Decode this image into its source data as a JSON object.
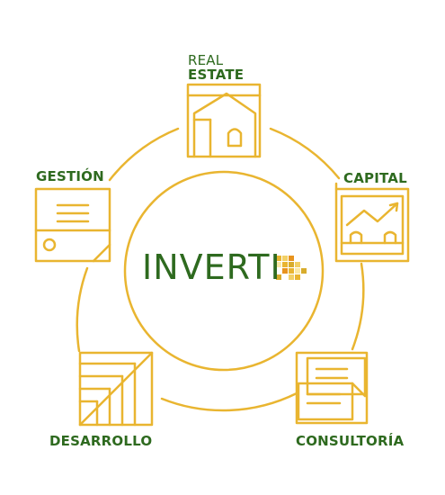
{
  "brand": {
    "text": "INVERTI",
    "green": "#2e6a1f",
    "gold": "#e9b530"
  },
  "nodes": {
    "real_estate": {
      "line1": "REAL",
      "line2": "ESTATE",
      "icon": "house-icon"
    },
    "capital": {
      "label": "CAPITAL",
      "icon": "growth-chart-icon"
    },
    "gestion": {
      "label": "GESTIÓN",
      "icon": "document-icon"
    },
    "desarrollo": {
      "label": "DESARROLLO",
      "icon": "stairs-icon"
    },
    "consultoria": {
      "label": "CONSULTORÍA",
      "icon": "documents-icon"
    }
  },
  "colors": {
    "line": "#e9b530",
    "label": "#2e6a1f",
    "logo_tiles": [
      "#e9b530",
      "#f2d066",
      "#d8ac2c",
      "#e8931e",
      "#fbe9a6"
    ]
  }
}
